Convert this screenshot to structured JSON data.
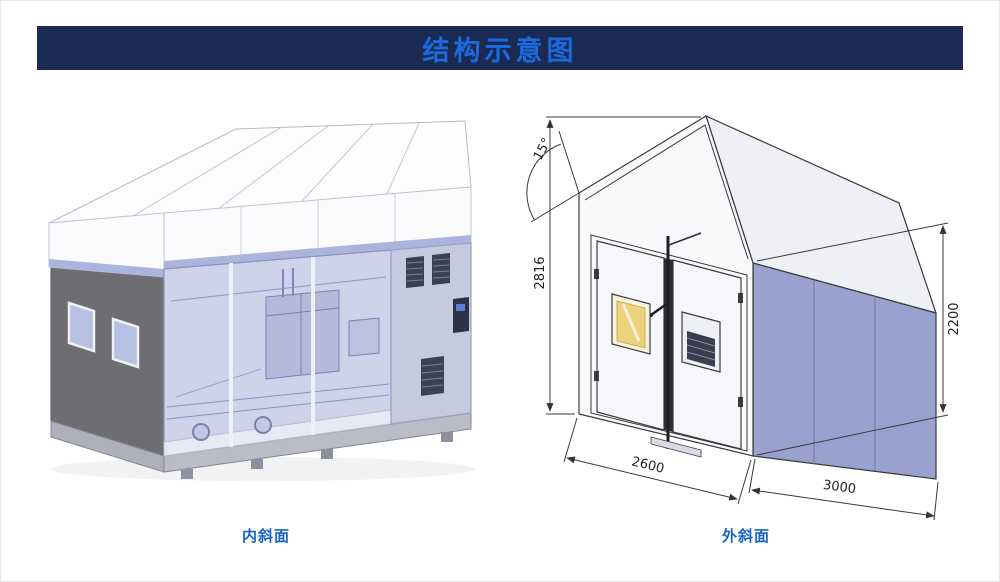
{
  "header": {
    "title": "结构示意图"
  },
  "figures": {
    "left": {
      "caption": "内斜面"
    },
    "right": {
      "caption": "外斜面",
      "dimensions": {
        "roof_angle": "15°",
        "total_height": "2816",
        "wall_height": "2200",
        "front_width": "2600",
        "side_depth": "3000"
      }
    }
  },
  "colors": {
    "banner_bg": "#1b2a52",
    "title_blue": "#1a6ae0",
    "caption_blue": "#1565c8",
    "panel_lavender": "#99a2cf",
    "glass_tint": "#9ea8d6",
    "dark_gray_panel": "#6e6e72",
    "line_color": "#3a3a3a"
  }
}
